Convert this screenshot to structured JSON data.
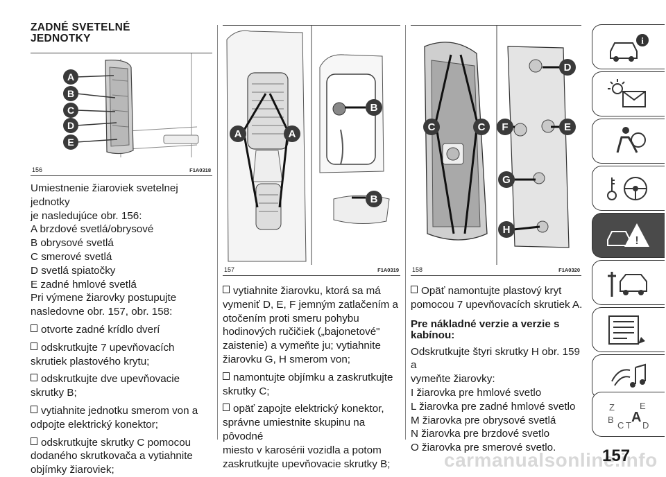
{
  "col1": {
    "title_line1": "ZADNÉ SVETELNÉ",
    "title_line2": "JEDNOTKY",
    "fig_num": "156",
    "fig_code": "F1A0318",
    "intro_line1": "Umiestnenie žiaroviek svetelnej jednotky",
    "intro_line2": "je nasledujúce obr. 156:",
    "list_a": "A brzdové svetlá/obrysové",
    "list_b": "B obrysové svetlá",
    "list_c": "C smerové svetlá",
    "list_d": "D svetlá spiatočky",
    "list_e": "E zadné hmlové svetlá",
    "proc_line1": "Pri výmene žiarovky postupujte",
    "proc_line2": "nasledovne obr. 157, obr. 158:",
    "step1": "otvorte zadné krídlo dverí",
    "step2_l1": "odskrutkujte 7 upevňovacích",
    "step2_l2": "skrutiek plastového krytu;",
    "step3_l1": "odskrutkujte dve upevňovacie",
    "step3_l2": "skrutky B;",
    "step4_l1": "vytiahnite jednotku smerom von a",
    "step4_l2": "odpojte elektrický konektor;",
    "step5_l1": "odskrutkujte skrutky C pomocou",
    "step5_l2": "dodaného skrutkovača a vytiahnite",
    "step5_l3": "objímky žiaroviek;"
  },
  "col2": {
    "fig_num": "157",
    "fig_code": "F1A0319",
    "step6_l1": "vytiahnite žiarovku, ktorá sa má",
    "step6_l2": "vymeniť D, E, F jemným zatlačením a",
    "step6_l3": "otočením proti smeru pohybu",
    "step6_l4": "hodinových ručičiek („bajonetové\"",
    "step6_l5": "zaistenie) a vymeňte ju; vytiahnite",
    "step6_l6": "žiarovku G, H smerom von;",
    "step7_l1": "namontujte objímku a zaskrutkujte",
    "step7_l2": "skrutky C;",
    "step8_l1": "opäť zapojte elektrický konektor,",
    "step8_l2": "správne umiestnite skupinu na pôvodné",
    "step8_l3": "miesto v karosérii vozidla a potom",
    "step8_l4": "zaskrutkujte upevňovacie skrutky B;"
  },
  "col3": {
    "fig_num": "158",
    "fig_code": "F1A0320",
    "step9_l1": "Opäť namontujte plastový kryt",
    "step9_l2": "pomocou 7 upevňovacích skrutiek A.",
    "subhead_l1": "Pre nákladné verzie a verzie s",
    "subhead_l2": "kabínou:",
    "p_l1": "Odskrutkujte štyri skrutky H obr. 159 a",
    "p_l2": "vymeňte žiarovky:",
    "p_l3": "I žiarovka pre hmlové svetlo",
    "p_l4": "L žiarovka pre zadné hmlové svetlo",
    "p_l5": "M žiarovka pre obrysové svetlá",
    "p_l6": "N žiarovka pre brzdové svetlo",
    "p_l7": "O žiarovka pre smerové svetlo."
  },
  "callouts": {
    "a": "A",
    "b": "B",
    "c": "C",
    "d": "D",
    "e": "E",
    "f": "F",
    "g": "G",
    "h": "H"
  },
  "tab_letters": {
    "z": "Z",
    "e": "E",
    "b": "B",
    "c": "C",
    "t": "T",
    "a": "A",
    "d": "D"
  },
  "page_number": "157",
  "watermark": "carmanualsonline.info",
  "colors": {
    "callout": "#3a3a3a",
    "active_tab": "#4a4a4a",
    "watermark": "#d8d8d8"
  }
}
